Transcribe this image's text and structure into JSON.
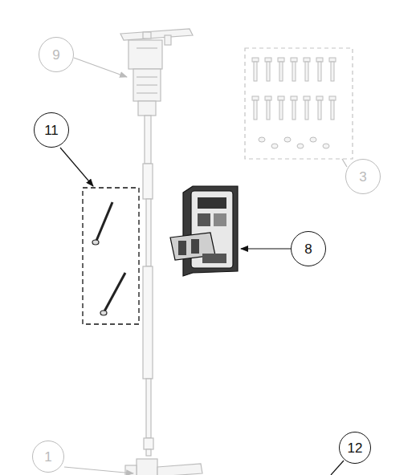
{
  "diagram": {
    "nodes": [
      {
        "text": [
          "9"
        ]
      },
      {
        "text": [
          "11"
        ]
      },
      {
        "text": [
          "3"
        ]
      },
      {
        "text": [
          "8"
        ]
      },
      {
        "text": [
          "12"
        ]
      },
      {
        "text": [
          "1"
        ]
      }
    ],
    "edges": []
  }
}
